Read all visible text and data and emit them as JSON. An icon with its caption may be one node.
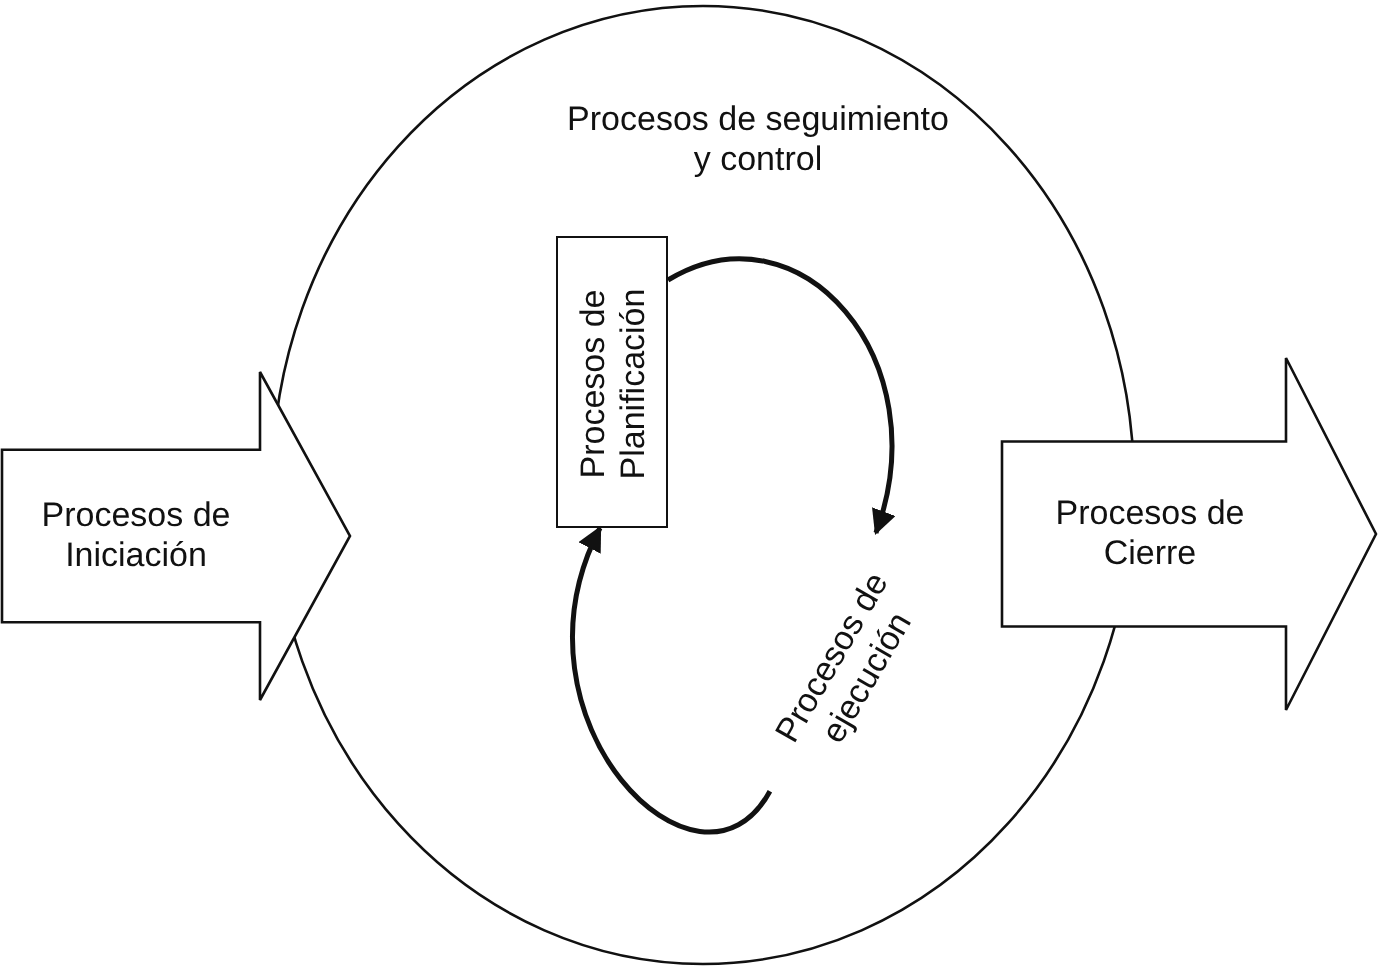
{
  "diagram": {
    "nodes": [
      {
        "text": [
          "Procesos de seguimiento y control"
        ]
      },
      {
        "text": [
          "Procesos de Iniciación"
        ]
      },
      {
        "text": [
          "Procesos de Planificación"
        ],
        "in": 0
      },
      {
        "text": [
          "Procesos de ejecución"
        ],
        "in": 0
      },
      {
        "text": [
          "Procesos de Cierre"
        ]
      }
    ],
    "edges": [
      {
        "from": 2,
        "to": 3,
        "arrow": "to"
      },
      {
        "from": 3,
        "to": 2,
        "arrow": "to"
      }
    ]
  }
}
